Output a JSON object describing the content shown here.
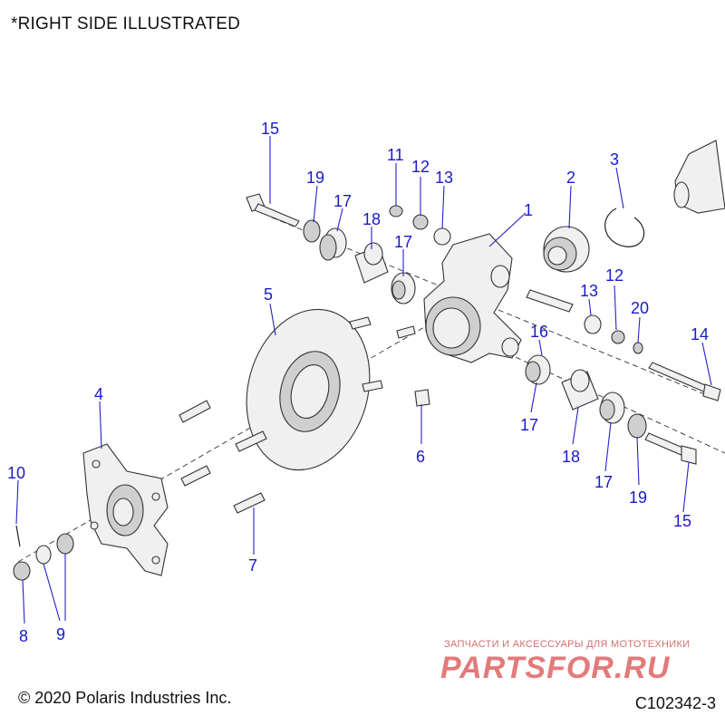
{
  "header": {
    "note": "*RIGHT SIDE ILLUSTRATED"
  },
  "footer": {
    "copyright": "© 2020 Polaris Industries Inc.",
    "code": "C102342-3"
  },
  "watermark": {
    "tagline": "ЗАПЧАСТИ И АКСЕССУАРЫ ДЛЯ МОТОТЕХНИКИ",
    "logo": "PARTSFOR.RU"
  },
  "callouts": {
    "c1": "1",
    "c2": "2",
    "c3": "3",
    "c4": "4",
    "c5": "5",
    "c6": "6",
    "c7": "7",
    "c8": "8",
    "c9": "9",
    "c10": "10",
    "c11": "11",
    "c12a": "12",
    "c12b": "12",
    "c13a": "13",
    "c13b": "13",
    "c14": "14",
    "c15a": "15",
    "c15b": "15",
    "c16": "16",
    "c17a": "17",
    "c17b": "17",
    "c17c": "17",
    "c17d": "17",
    "c18a": "18",
    "c18b": "18",
    "c19a": "19",
    "c19b": "19",
    "c20": "20"
  },
  "colors": {
    "callout": "#1a1acc",
    "line": "#222222",
    "watermark": "#e37a7a"
  }
}
